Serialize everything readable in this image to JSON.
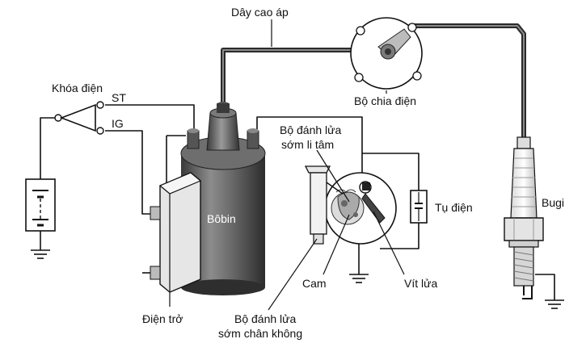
{
  "labels": {
    "high_voltage_wire": "Dây cao áp",
    "distributor": "Bộ chia điện",
    "ignition_switch": "Khóa điện",
    "terminal_st": "ST",
    "terminal_ig": "IG",
    "centrifugal_advance_line1": "Bộ đánh lửa",
    "centrifugal_advance_line2": "sớm li tâm",
    "capacitor": "Tụ điện",
    "spark_plug": "Bugi",
    "ignition_coil": "Bôbin",
    "cam": "Cam",
    "contact_points": "Vít lửa",
    "resistor": "Điện trở",
    "vacuum_advance_line1": "Bộ đánh lửa",
    "vacuum_advance_line2": "sớm chân không"
  }
}
